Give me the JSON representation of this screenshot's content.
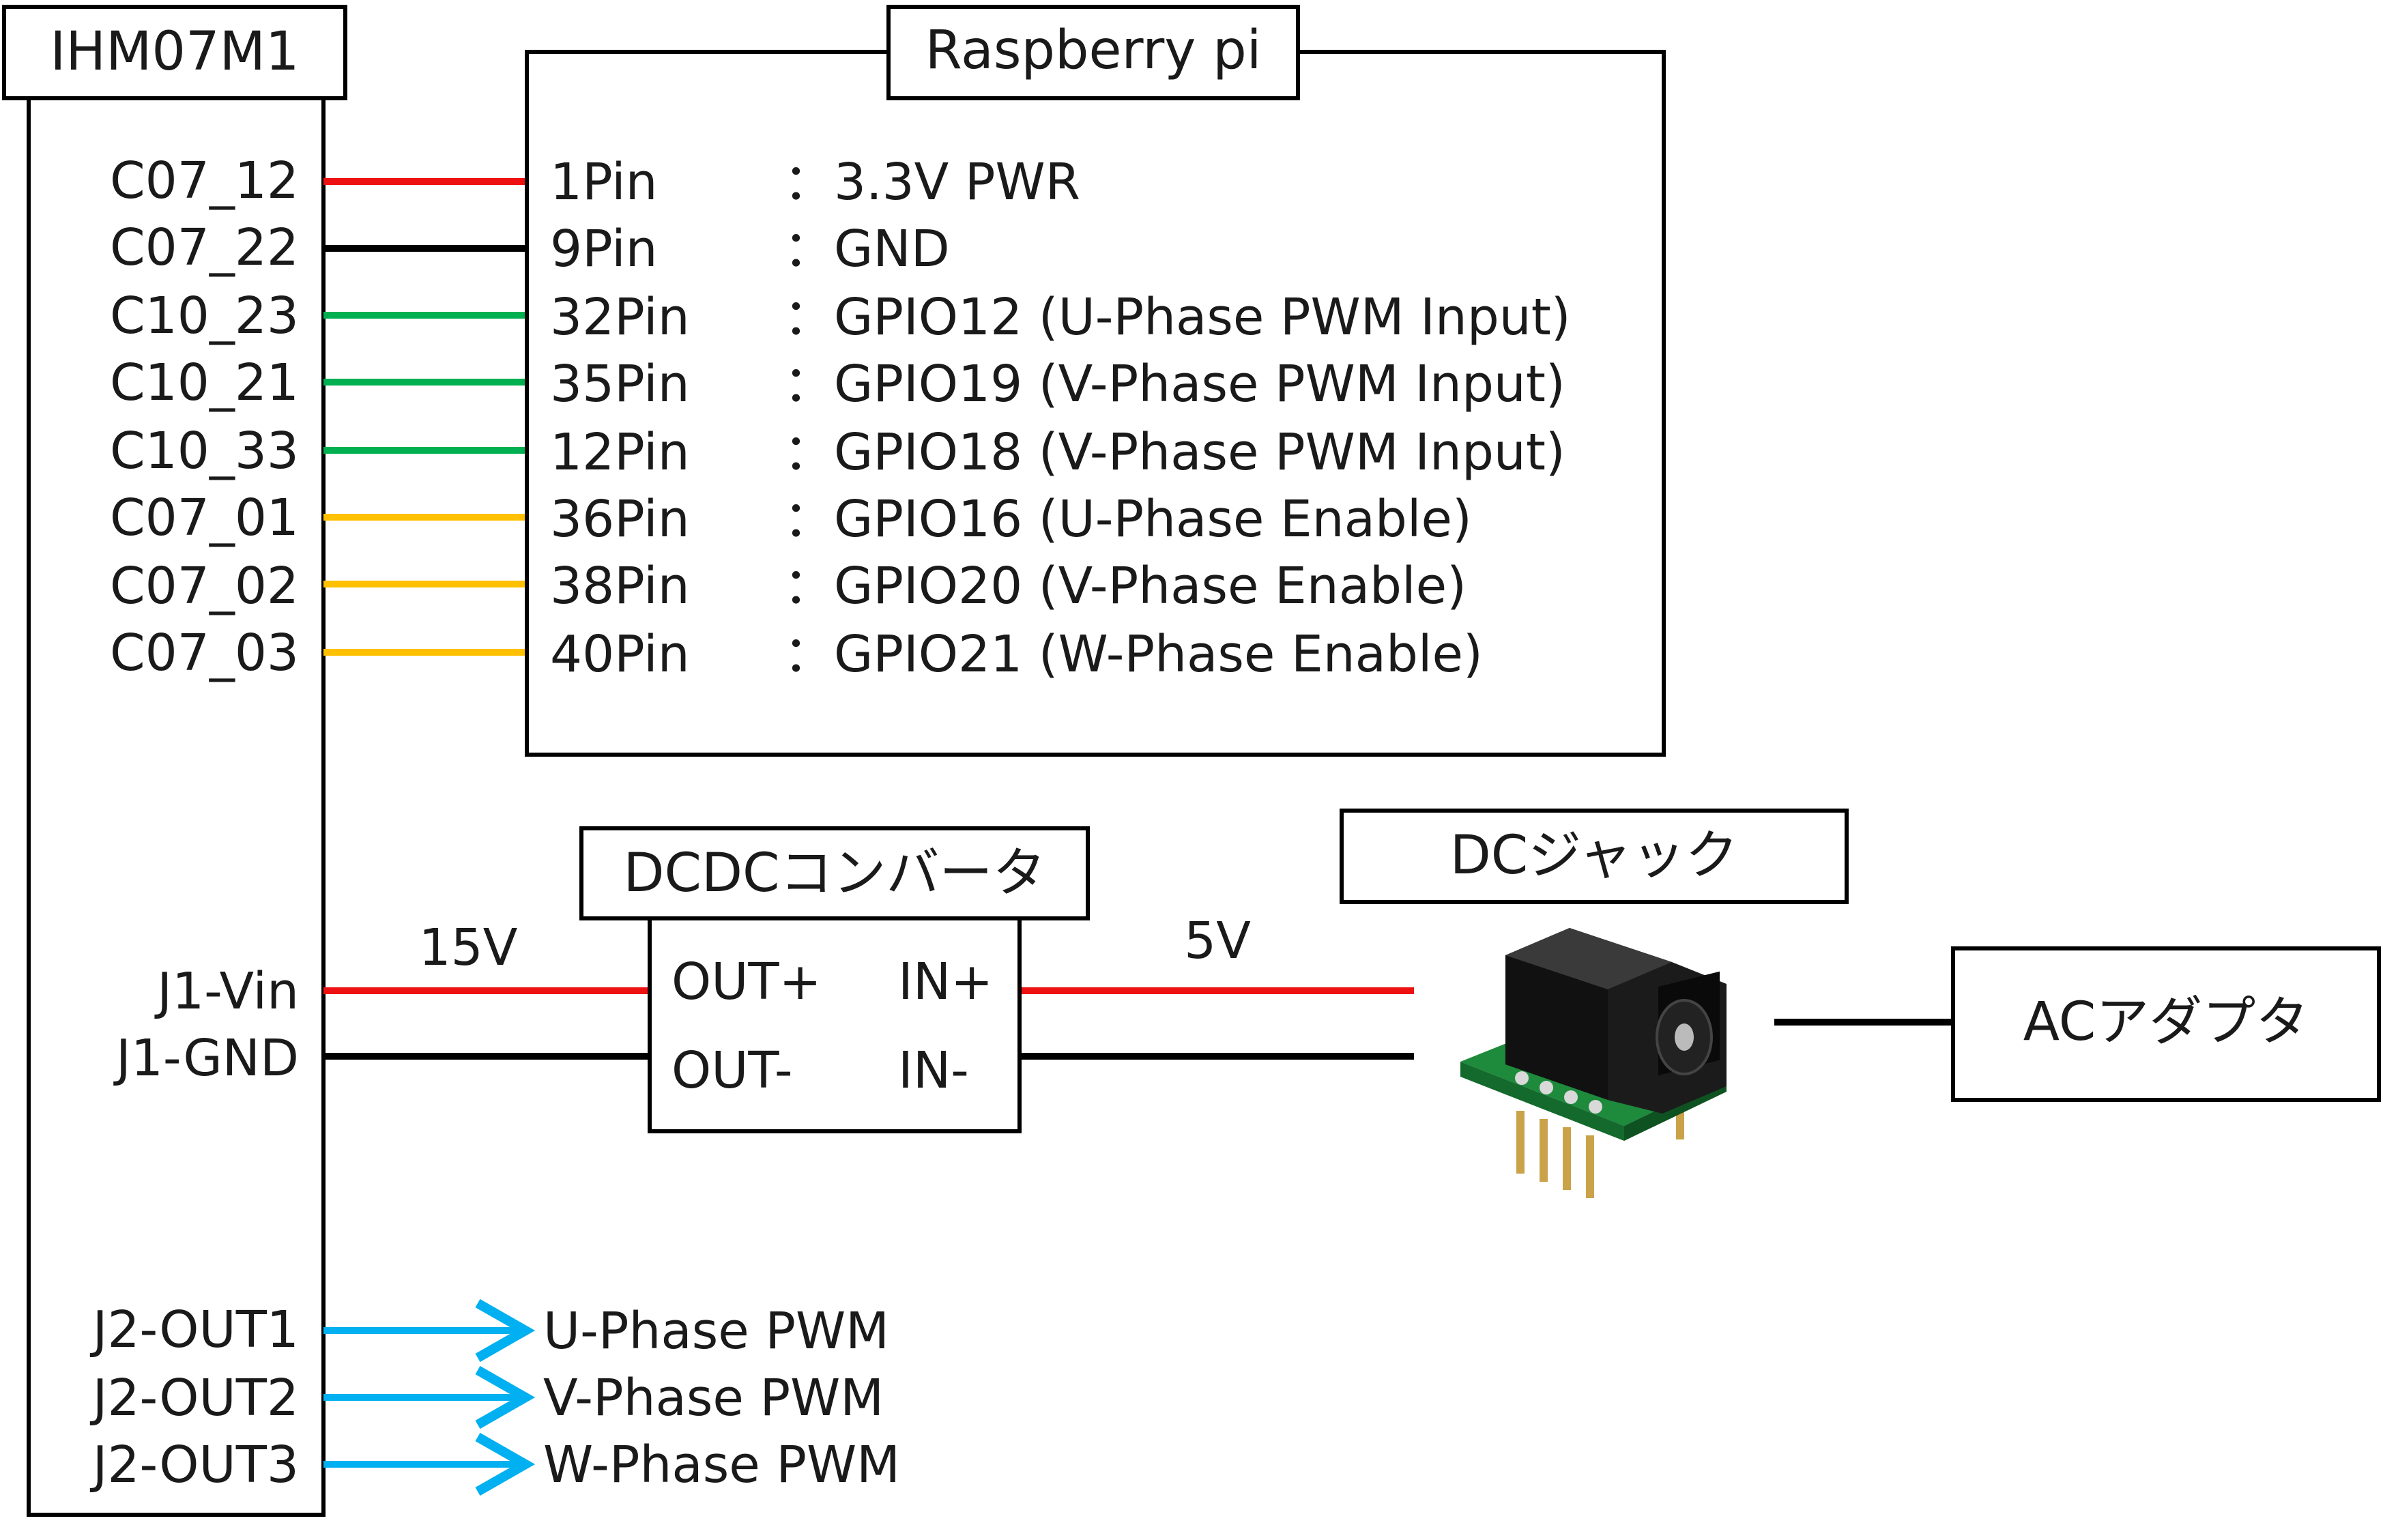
{
  "colors": {
    "red": "#ee1111",
    "black": "#000000",
    "green": "#00b050",
    "yellow": "#ffc000",
    "blue": "#00b0f0"
  },
  "ihm": {
    "title": "IHM07M1",
    "pins": [
      "C07_12",
      "C07_22",
      "C10_23",
      "C10_21",
      "C10_33",
      "C07_01",
      "C07_02",
      "C07_03"
    ],
    "pin_colors": [
      "red",
      "black",
      "green",
      "green",
      "green",
      "yellow",
      "yellow",
      "yellow"
    ],
    "j1": [
      "J1-Vin",
      "J1-GND"
    ],
    "j2": [
      "J2-OUT1",
      "J2-OUT2",
      "J2-OUT3"
    ]
  },
  "rpi": {
    "title": "Raspberry pi",
    "rows": [
      {
        "pin": "1Pin",
        "desc": "：3.3V PWR"
      },
      {
        "pin": "9Pin",
        "desc": "：GND"
      },
      {
        "pin": "32Pin",
        "desc": "：GPIO12 (U-Phase PWM Input)"
      },
      {
        "pin": "35Pin",
        "desc": "：GPIO19 (V-Phase PWM Input)"
      },
      {
        "pin": "12Pin",
        "desc": "：GPIO18 (V-Phase PWM Input)"
      },
      {
        "pin": "36Pin",
        "desc": "：GPIO16 (U-Phase Enable)"
      },
      {
        "pin": "38Pin",
        "desc": "：GPIO20 (V-Phase Enable)"
      },
      {
        "pin": "40Pin",
        "desc": "：GPIO21 (W-Phase Enable)"
      }
    ]
  },
  "dcdc": {
    "title": "DCDCコンバータ",
    "out_plus": "OUT+",
    "out_minus": "OUT-",
    "in_plus": "IN+",
    "in_minus": "IN-",
    "out_voltage": "15V",
    "in_voltage": "5V"
  },
  "dcjack": {
    "title": "DCジャック"
  },
  "ac": {
    "title": "ACアダプタ"
  },
  "outputs": [
    "U-Phase PWM",
    "V-Phase PWM",
    "W-Phase PWM"
  ],
  "icons": {
    "dc_jack": "dc-barrel-jack-module-icon",
    "arrow": "arrow-right-icon"
  }
}
